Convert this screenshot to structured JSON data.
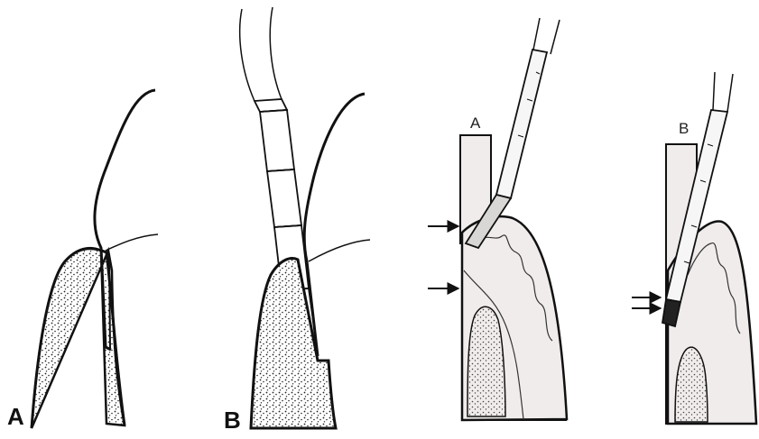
{
  "panels": [
    {
      "id": "left-a",
      "label": "A"
    },
    {
      "id": "left-b",
      "label": "B"
    },
    {
      "id": "right-a",
      "label": "A"
    },
    {
      "id": "right-b",
      "label": "B"
    }
  ],
  "colors": {
    "ink": "#111111",
    "tissue_fill": "#f1ecec",
    "stipple": "#222222",
    "background": "#ffffff"
  },
  "icons": [
    "arrow-icon"
  ]
}
